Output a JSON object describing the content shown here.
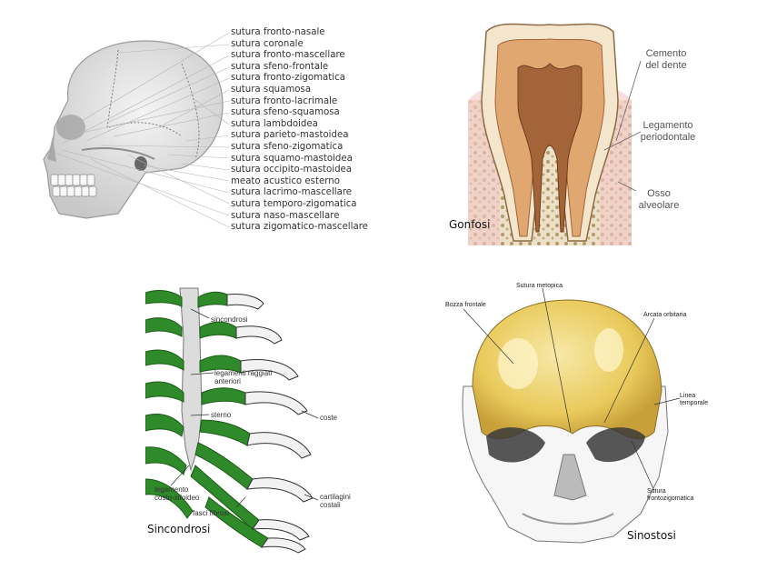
{
  "skull_lateral": {
    "labels": [
      "sutura fronto-nasale",
      "sutura coronale",
      "sutura fronto-mascellare",
      "sutura sfeno-frontale",
      "sutura fronto-zigomatica",
      "sutura squamosa",
      "sutura fronto-lacrimale",
      "sutura sfeno-squamosa",
      "sutura lambdoidea",
      "sutura parieto-mastoidea",
      "sutura sfeno-zigomatica",
      "sutura squamo-mastoidea",
      "sutura occipito-mastoidea",
      "meato acustico esterno",
      "sutura lacrimo-mascellare",
      "sutura temporo-zigomatica",
      "sutura naso-mascellare",
      "sutura zigomatico-mascellare"
    ]
  },
  "tooth": {
    "caption": "Gonfosi",
    "labels": {
      "cemento_line1": "Cemento",
      "cemento_line2": "del dente",
      "legamento_line1": "Legamento",
      "legamento_line2": "periodontale",
      "osso_line1": "Osso",
      "osso_line2": "alveolare"
    }
  },
  "ribcage": {
    "caption": "Sincondrosi",
    "labels": {
      "sincondrosi": "sincondrosi",
      "legamenti_line1": "legamenti raggiati",
      "legamenti_line2": "anteriori",
      "sterno": "sterno",
      "coste": "coste",
      "legamento_line1": "legamento",
      "legamento_line2": "costo-xifoideo",
      "fasci": "fasci fibrosi",
      "cartilagini_line1": "cartilagini",
      "cartilagini_line2": "costali"
    }
  },
  "skull_frontal": {
    "caption": "Sinostosi",
    "labels": {
      "metopica": "Sutura metopica",
      "bozza": "Bozza frontale",
      "arcata": "Arcata orbitaria",
      "linea_line1": "Linea",
      "linea_line2": "temporale",
      "fronto_line1": "Sutura",
      "fronto_line2": "frontozigomatica"
    }
  },
  "colors": {
    "bone_gray": "#d9d9d9",
    "cartilage_green": "#2f8a2a",
    "enamel_beige": "#f2e2c4",
    "pulp_brown": "#a4643a",
    "frontal_yellow": "#e9c95a"
  }
}
